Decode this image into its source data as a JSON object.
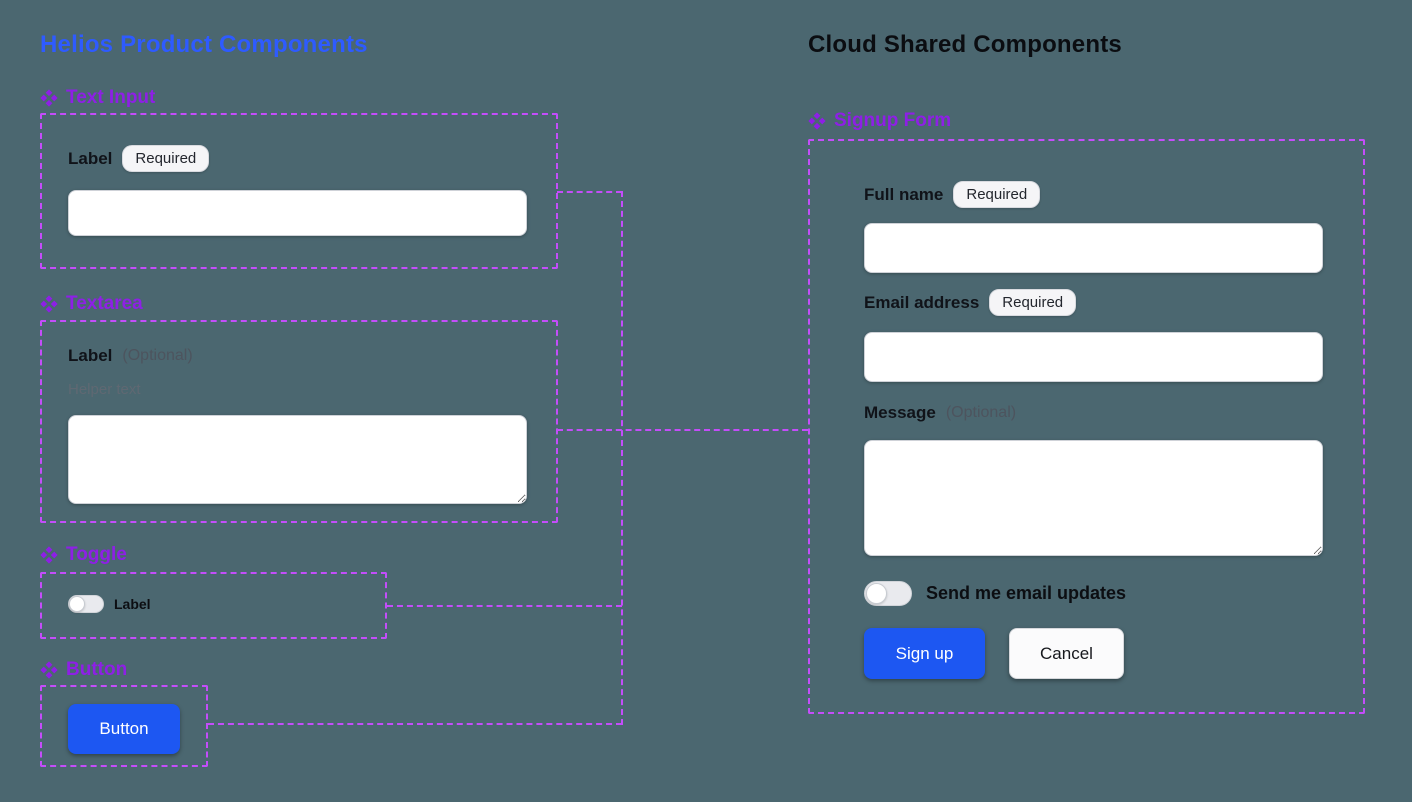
{
  "colors": {
    "background": "#4b6770",
    "title_blue": "#2e5bff",
    "title_black": "#0b0d11",
    "component_purple": "#8e1fe6",
    "outline_purple": "#c44dfa",
    "primary_button_blue": "#1d57f2"
  },
  "icons": {
    "component": "four-diamonds"
  },
  "left_panel": {
    "title": "Helios Product Components",
    "text_input": {
      "heading": "Text Input",
      "label": "Label",
      "badge": "Required",
      "value": ""
    },
    "textarea": {
      "heading": "Textarea",
      "label": "Label",
      "optional": "(Optional)",
      "helper": "Helper text",
      "value": ""
    },
    "toggle": {
      "heading": "Toggle",
      "label": "Label",
      "state": "off"
    },
    "button": {
      "heading": "Button",
      "label": "Button"
    }
  },
  "right_panel": {
    "title": "Cloud Shared Components",
    "signup_form": {
      "heading": "Signup Form",
      "full_name": {
        "label": "Full name",
        "badge": "Required",
        "value": ""
      },
      "email": {
        "label": "Email address",
        "badge": "Required",
        "value": ""
      },
      "message": {
        "label": "Message",
        "optional": "(Optional)",
        "value": ""
      },
      "email_updates_toggle": {
        "label": "Send me email updates",
        "state": "off"
      },
      "submit_label": "Sign up",
      "cancel_label": "Cancel"
    }
  }
}
